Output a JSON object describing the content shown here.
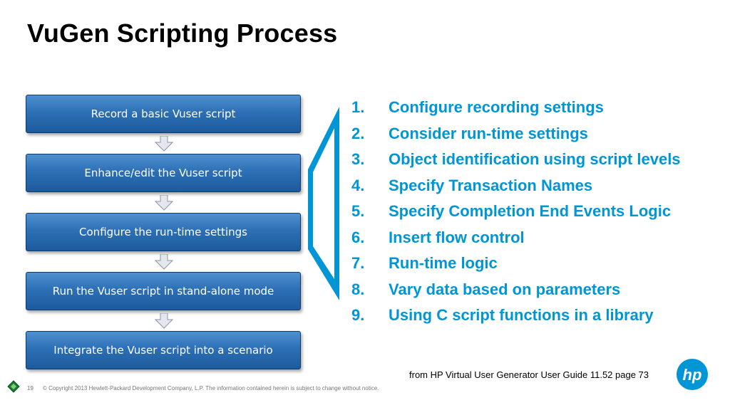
{
  "slide": {
    "title": "VuGen Scripting Process"
  },
  "flow": {
    "steps": [
      "Record a basic Vuser script",
      "Enhance/edit  the Vuser script",
      "Configure the run-time settings",
      "Run the Vuser script in stand-alone mode",
      "Integrate the Vuser script into a scenario"
    ]
  },
  "list": {
    "items": [
      {
        "num": "1.",
        "text": "Configure recording settings"
      },
      {
        "num": "2.",
        "text": "Consider run-time settings"
      },
      {
        "num": "3.",
        "text": "Object identification using script levels"
      },
      {
        "num": "4.",
        "text": "Specify Transaction Names"
      },
      {
        "num": "5.",
        "text": "Specify Completion End Events Logic"
      },
      {
        "num": "6.",
        "text": "Insert flow control"
      },
      {
        "num": "7.",
        "text": "Run-time logic"
      },
      {
        "num": "8.",
        "text": "Vary data based on parameters"
      },
      {
        "num": "9.",
        "text": "Using C script functions in a library"
      }
    ]
  },
  "source_note": "from HP Virtual User Generator User Guide 11.52 page 73",
  "footer": {
    "page_number": "19",
    "copyright": "© Copyright 2013 Hewlett-Packard Development Company, L.P.  The information contained herein is subject to change without notice."
  },
  "logo": {
    "text": "hp"
  },
  "colors": {
    "accent": "#0096d6",
    "box_blue": "#2d70b6",
    "title": "#000000"
  },
  "icons": [
    "down-arrow-icon",
    "bracket-icon",
    "diamond-icon",
    "hp-logo-icon"
  ]
}
